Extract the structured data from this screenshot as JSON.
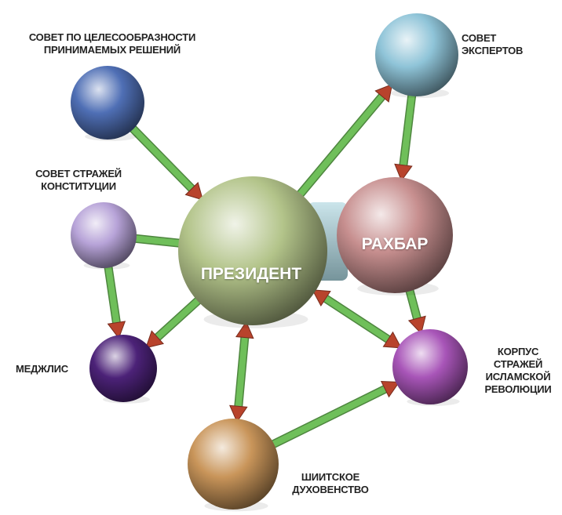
{
  "nodes": {
    "expediency": {
      "label": "СОВЕТ ПО ЦЕЛЕСООБРАЗНОСТИ\nПРИНИМАЕМЫХ РЕШЕНИЙ",
      "color": "#4f6fb5"
    },
    "experts": {
      "label": "СОВЕТ\nЭКСПЕРТОВ",
      "color": "#8fc4d8"
    },
    "guardians": {
      "label": "СОВЕТ СТРАЖЕЙ\nКОНСТИТУЦИИ",
      "color": "#b7a3d8"
    },
    "president": {
      "label": "ПРЕЗИДЕНТ",
      "color": "#b3c48a"
    },
    "rahbar": {
      "label": "РАХБАР",
      "color": "#c78f8f"
    },
    "majlis": {
      "label": "МЕДЖЛИС",
      "color": "#4c2278"
    },
    "irgc": {
      "label": "КОРПУС\nСТРАЖЕЙ\nИСЛАМСКОЙ\nРЕВОЛЮЦИИ",
      "color": "#a855b8"
    },
    "clergy": {
      "label": "ШИИТСКОЕ\nДУХОВЕНСТВО",
      "color": "#c9955a"
    }
  },
  "arrows": [
    {
      "from": "expediency",
      "to": "president",
      "heads": "end"
    },
    {
      "from": "president",
      "to": "experts",
      "heads": "end"
    },
    {
      "from": "experts",
      "to": "rahbar",
      "heads": "end"
    },
    {
      "from": "guardians",
      "to": "president",
      "heads": "none"
    },
    {
      "from": "guardians",
      "to": "majlis",
      "heads": "end"
    },
    {
      "from": "president",
      "to": "majlis",
      "heads": "end"
    },
    {
      "from": "president",
      "to": "clergy",
      "heads": "both"
    },
    {
      "from": "president",
      "to": "irgc",
      "heads": "both"
    },
    {
      "from": "rahbar",
      "to": "irgc",
      "heads": "end"
    },
    {
      "from": "clergy",
      "to": "irgc",
      "heads": "end"
    }
  ],
  "colors": {
    "arrow_shaft": "#6fbf5a",
    "arrow_head": "#b8432c",
    "connector": "#a9d3de"
  }
}
